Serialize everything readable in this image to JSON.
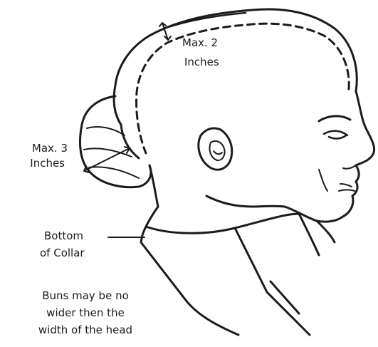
{
  "labels": {
    "top_max": "Max. 2",
    "top_unit": "Inches",
    "side_max": "Max. 3",
    "side_unit": "Inches",
    "collar_line1": "Bottom",
    "collar_line2": "of Collar",
    "note_line1": "Buns may be no",
    "note_line2": "wider then the",
    "note_line3": "width of the head"
  },
  "colors": {
    "ink": "#1b1b1b",
    "paper": "#ffffff"
  }
}
